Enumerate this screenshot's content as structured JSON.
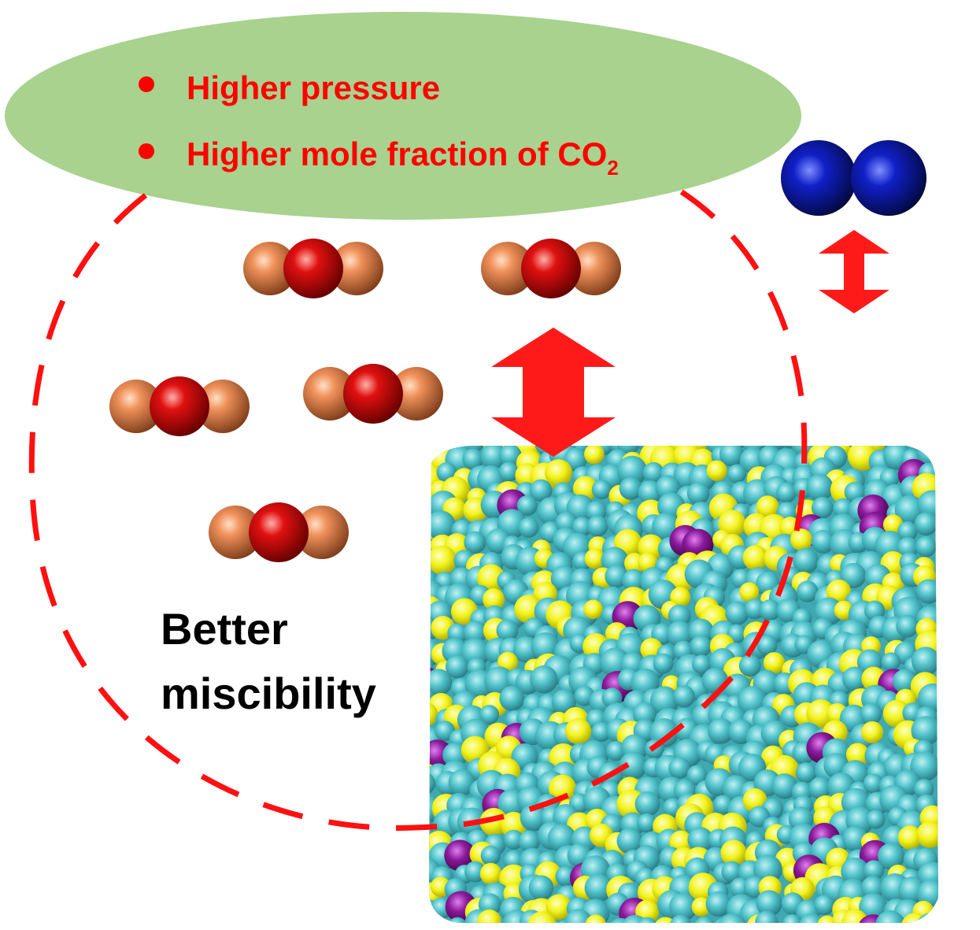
{
  "conditions": [
    {
      "prefix": "Higher pressure",
      "subscript": ""
    },
    {
      "prefix": "Higher mole fraction of CO",
      "subscript": "2"
    }
  ],
  "result_label": {
    "line1": "Better",
    "line2": "miscibility"
  },
  "colors": {
    "ellipse_fill": "#a8d28e",
    "condition_text": "#ff0000",
    "dashed_circle": "#ff1010",
    "arrow": "#ff1a1a",
    "co2_oxygen": "#f0915a",
    "co2_carbon": "#e01010",
    "n2": "#1020c8",
    "oil_cyan": "#52c4cc",
    "oil_yellow": "#f2f21a",
    "oil_purple": "#8a1a9a",
    "result_text": "#000000"
  },
  "molecules": {
    "co2": "carbon-dioxide-molecule",
    "n2": "nitrogen-molecule",
    "oil": "crude-oil-slab"
  }
}
